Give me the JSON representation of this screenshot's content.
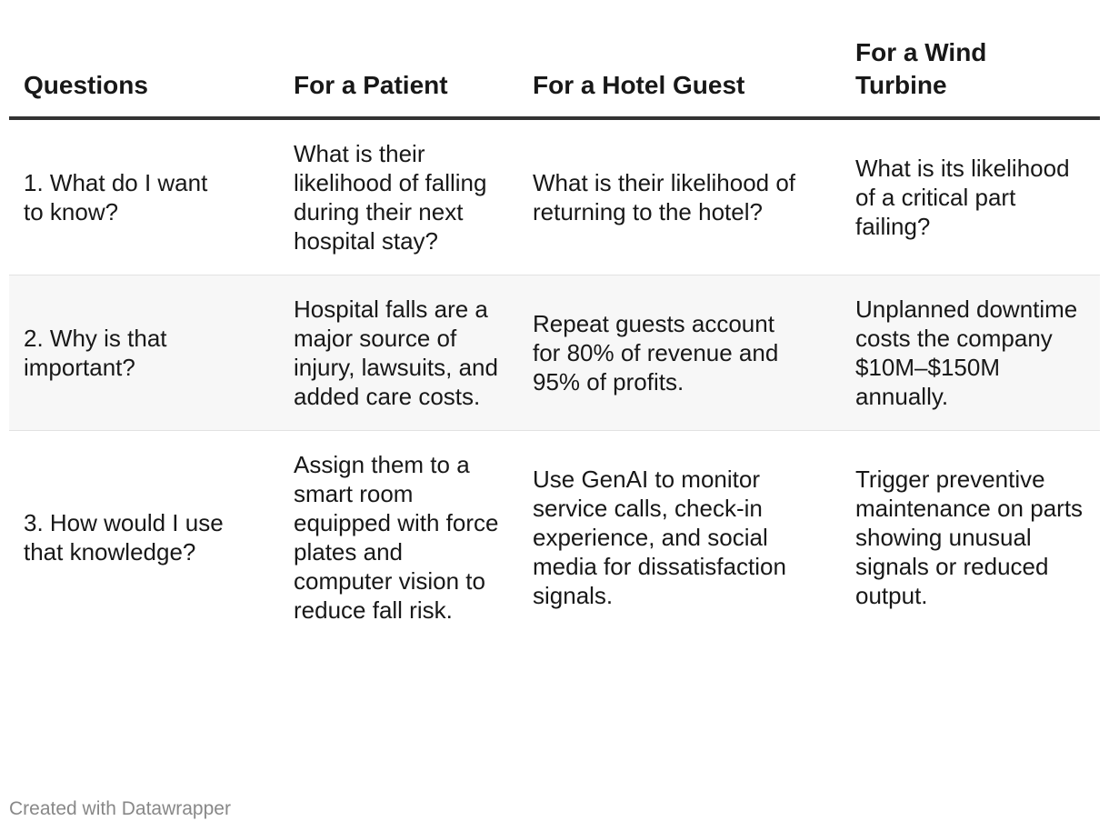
{
  "table": {
    "headers": [
      "Questions",
      "For a Patient",
      "For a Hotel Guest",
      "For a Wind Turbine"
    ],
    "rows": [
      {
        "question": "1. What do I want to know?",
        "patient": "What is their likelihood of falling during their next hospital stay?",
        "hotel": "What is their likelihood of returning to the hotel?",
        "turbine": "What is its likelihood of a critical part failing?"
      },
      {
        "question": "2. Why is that important?",
        "patient": "Hospital falls are a major source of injury, lawsuits, and added care costs.",
        "hotel": "Repeat guests account for 80% of revenue and 95% of profits.",
        "turbine": "Unplanned downtime costs the company $10M–$150M annually."
      },
      {
        "question": "3. How would I use that knowledge?",
        "patient": "Assign them to a smart room equipped with force plates and computer vision to reduce fall risk.",
        "hotel": "Use GenAI to monitor service calls, check-in experience, and social media for dissatisfaction signals.",
        "turbine": "Trigger preventive maintenance on parts showing unusual signals or reduced output."
      }
    ]
  },
  "footer": {
    "credit": "Created with Datawrapper"
  }
}
